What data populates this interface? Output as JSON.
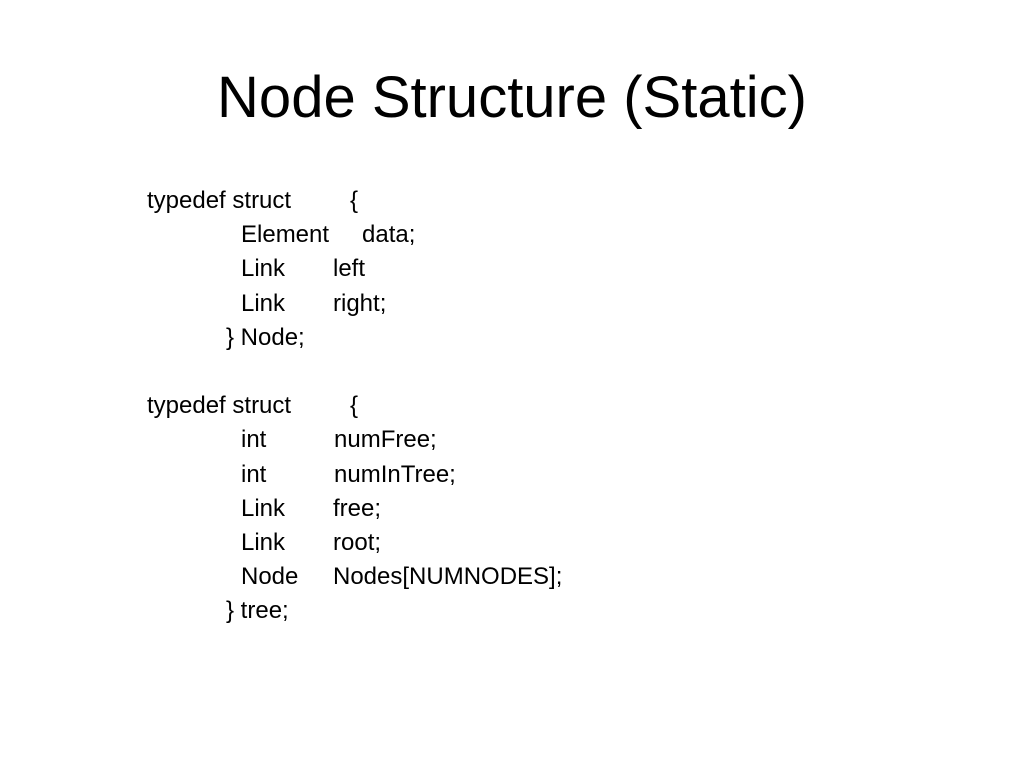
{
  "slide": {
    "title": "Node Structure (Static)",
    "code_lines": [
      [
        "typedef struct",
        "{"
      ],
      [
        "Element",
        "data;"
      ],
      [
        "Link",
        "left"
      ],
      [
        "Link",
        "right;"
      ],
      [
        "} Node;"
      ],
      [],
      [
        "typedef struct",
        "{"
      ],
      [
        "int",
        "numFree;"
      ],
      [
        "int",
        "numInTree;"
      ],
      [
        "Link",
        "free;"
      ],
      [
        "Link",
        "root;"
      ],
      [
        "Node",
        "Nodes[NUMNODES];"
      ],
      [
        "} tree;"
      ]
    ]
  }
}
